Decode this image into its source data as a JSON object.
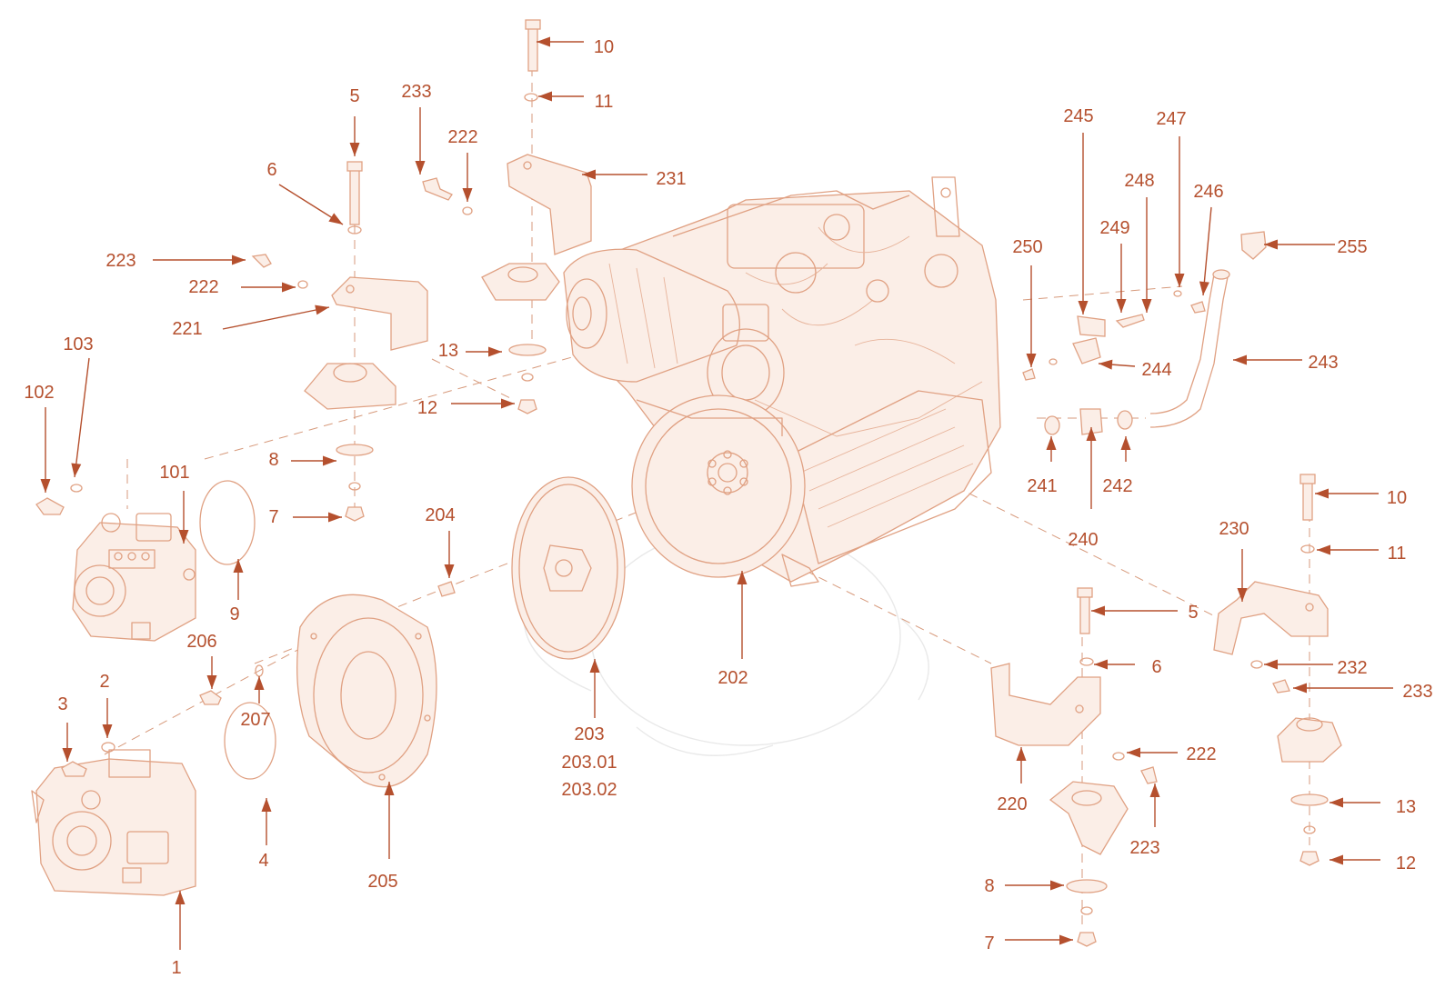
{
  "diagram": {
    "colors": {
      "label": "#b5502e",
      "line_art": "#e0a183",
      "fill": "#fbeee7",
      "background": "#ffffff"
    },
    "labels": [
      "10",
      "11",
      "5",
      "233",
      "222",
      "6",
      "231",
      "223",
      "222",
      "221",
      "13",
      "12",
      "103",
      "102",
      "101",
      "8",
      "7",
      "9",
      "204",
      "206",
      "207",
      "3",
      "2",
      "4",
      "205",
      "1",
      "203",
      "203.01",
      "203.02",
      "202",
      "250",
      "245",
      "247",
      "248",
      "249",
      "246",
      "255",
      "244",
      "243",
      "241",
      "240",
      "242",
      "10",
      "11",
      "230",
      "5",
      "6",
      "232",
      "233",
      "222",
      "220",
      "223",
      "13",
      "12",
      "8",
      "7"
    ]
  }
}
